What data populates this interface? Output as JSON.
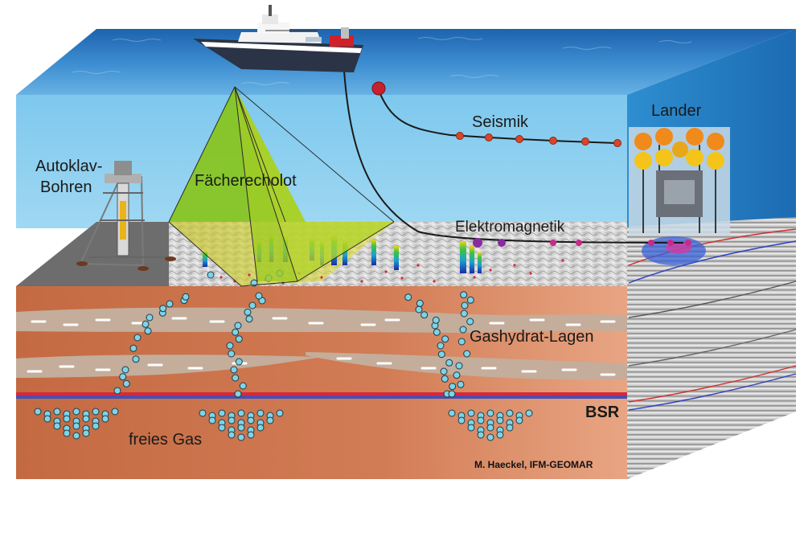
{
  "labels": {
    "seismik": "Seismik",
    "lander": "Lander",
    "autoklav_line1": "Autoklav-",
    "autoklav_line2": "Bohren",
    "faecherecholot": "Fächerecholot",
    "elektromagnetik": "Elektromagnetik",
    "gashydrat_lagen": "Gashydrat-Lagen",
    "bsr": "BSR",
    "freies_gas": "freies Gas",
    "credit": "M. Haeckel, IFM-GEOMAR"
  },
  "colors": {
    "sea_surface": "#2f7fc4",
    "water_column": "#8ecfee",
    "sediment": "#c86a45",
    "hydrate_layer": "#c0aa98",
    "bsr_red": "#d8283c",
    "bsr_blue": "#4a4fb0",
    "sonar_fan": "#8cc41c",
    "cable": "#1a1a1a",
    "seismik_node": "#d9462a",
    "em_node": "#c62a8c",
    "bubble": "#7fd3e6"
  }
}
